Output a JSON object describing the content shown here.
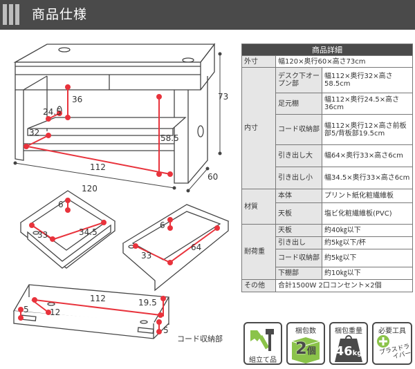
{
  "header": {
    "title": "商品仕様"
  },
  "diagram": {
    "desk": {
      "h73": "73",
      "d36": "36",
      "d24_5": "24.5",
      "d32": "32",
      "d58_5": "58.5",
      "d112": "112",
      "w120": "120",
      "d60": "60"
    },
    "drawer_large": {
      "d6": "6",
      "d33": "33",
      "d34_5": "34.5"
    },
    "drawer_small": {
      "d6": "6",
      "d33": "33",
      "d64": "64"
    },
    "cord": {
      "d112": "112",
      "d19_5": "19.5",
      "d5a": "5",
      "d12": "12",
      "d5b": "5",
      "label": "コード収納部"
    }
  },
  "spec": {
    "title": "商品詳細",
    "rows": {
      "outer": {
        "cat": "外寸",
        "val": "幅120×奥行60×高さ73cm"
      },
      "inner": {
        "cat": "内寸",
        "items": [
          {
            "sub": "デスク下オープン部",
            "val": "幅112×奥行32×高さ58.5cm"
          },
          {
            "sub": "足元棚",
            "val": "幅112×奥行24.5×高さ36cm"
          },
          {
            "sub": "コード収納部",
            "val": "幅112×奥行12×高さ前板部5/背板部19.5cm"
          },
          {
            "sub": "引き出し大",
            "val": "幅64×奥行33×高さ6cm"
          },
          {
            "sub": "引き出し小",
            "val": "幅34.5×奥行33×高さ6cm"
          }
        ]
      },
      "material": {
        "cat": "材質",
        "items": [
          {
            "sub": "本体",
            "val": "プリント紙化粧繊維板"
          },
          {
            "sub": "天板",
            "val": "塩ビ化粧繊維板(PVC)"
          }
        ]
      },
      "load": {
        "cat": "耐荷重",
        "items": [
          {
            "sub": "天板",
            "val": "約40㎏以下"
          },
          {
            "sub": "引き出し",
            "val": "約5㎏以下/杯"
          },
          {
            "sub": "コード収納部",
            "val": "約5㎏以下"
          },
          {
            "sub": "下棚部",
            "val": "約10㎏以下"
          }
        ]
      },
      "other": {
        "cat": "その他",
        "val": "合計1500W 2口コンセント×2個"
      }
    }
  },
  "icons": {
    "assembly": {
      "label": "組立て品"
    },
    "packages": {
      "label": "梱包数",
      "value": "2",
      "unit": "個"
    },
    "weight": {
      "label": "梱包重量",
      "value": "46",
      "unit": "kg"
    },
    "tools": {
      "label": "必要工具",
      "text": "プラスドライバー"
    }
  },
  "colors": {
    "header_bg": "#4a4a4a",
    "dimension_red": "#e8333c",
    "icon_green": "#8bc34a",
    "icon_dark": "#4a4a4a"
  }
}
